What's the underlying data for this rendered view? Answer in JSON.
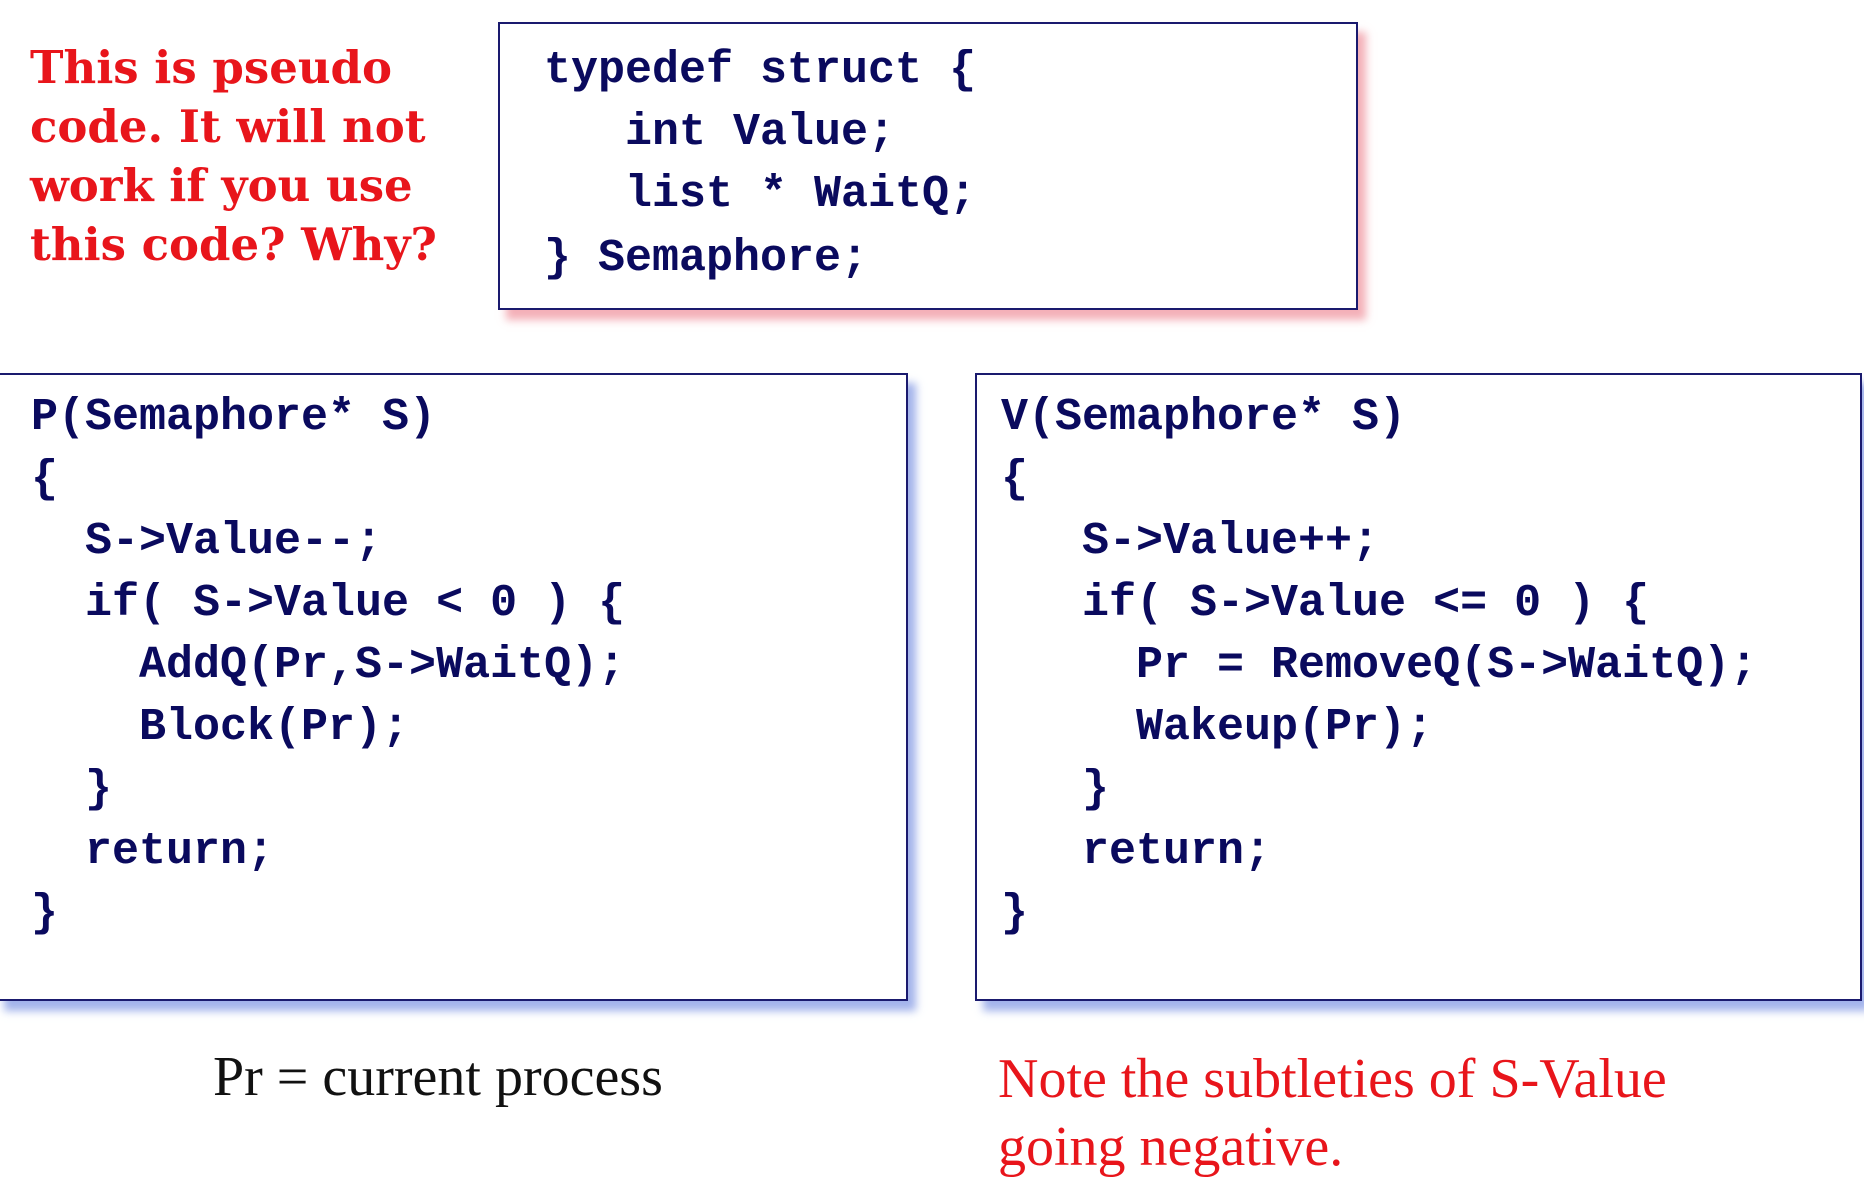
{
  "note": {
    "lines": [
      "This is pseudo",
      "code. It will not",
      "work if you use",
      "this code? Why?"
    ]
  },
  "typedef_box": {
    "lines": [
      "typedef struct {",
      "   int Value;",
      "   list * WaitQ;",
      "} Semaphore;"
    ]
  },
  "p_box": {
    "lines": [
      "P(Semaphore* S)",
      "{",
      "  S->Value--;",
      "  if( S->Value < 0 ) {",
      "    AddQ(Pr,S->WaitQ);",
      "    Block(Pr);",
      "  }",
      "  return;",
      "}"
    ]
  },
  "v_box": {
    "lines": [
      "V(Semaphore* S)",
      "{",
      "   S->Value++;",
      "   if( S->Value <= 0 ) {",
      "     Pr = RemoveQ(S->WaitQ);",
      "     Wakeup(Pr);",
      "   }",
      "   return;",
      "}"
    ]
  },
  "caption_left": "Pr = current process",
  "caption_right": {
    "lines": [
      "Note the subtleties of S-Value",
      "going negative."
    ]
  },
  "colors": {
    "red_text": "#e8151b",
    "code_text": "#0a0a5e",
    "box_border": "#1a1a6e",
    "pink_shadow": "#f096a0",
    "blue_shadow": "#8ca0e6"
  }
}
